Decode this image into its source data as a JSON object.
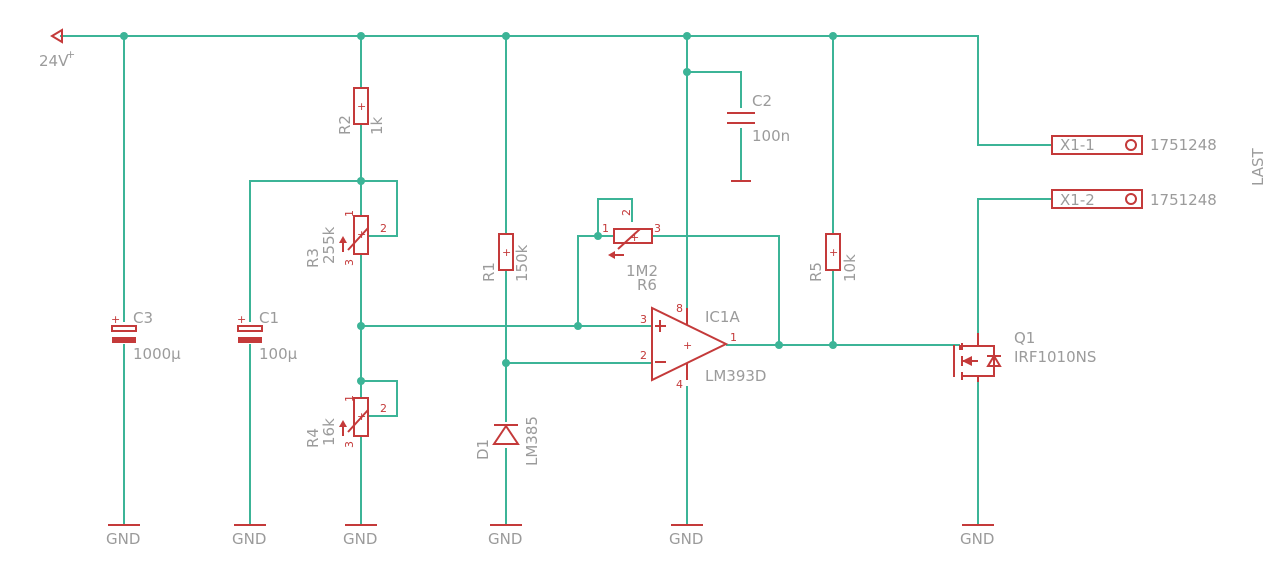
{
  "supply": {
    "label": "24V"
  },
  "ground": {
    "label": "GND"
  },
  "components": {
    "c3": {
      "name": "C3",
      "value": "1000µ"
    },
    "c1": {
      "name": "C1",
      "value": "100µ"
    },
    "r2": {
      "name": "R2",
      "value": "1k"
    },
    "r3": {
      "name": "R3",
      "value": "255k",
      "pin1": "1",
      "pin2": "2",
      "pin3": "3"
    },
    "r4": {
      "name": "R4",
      "value": "16k",
      "pin1": "1",
      "pin2": "2",
      "pin3": "3"
    },
    "r1": {
      "name": "R1",
      "value": "150k"
    },
    "d1": {
      "name": "D1",
      "value": "LM385"
    },
    "r6": {
      "name": "R6",
      "value": "1M2",
      "pin1": "1",
      "pin2": "2",
      "pin3": "3"
    },
    "c2": {
      "name": "C2",
      "value": "100n"
    },
    "ic1a": {
      "name": "IC1A",
      "value": "LM393D",
      "pin_plus": "3",
      "pin_minus": "2",
      "pin_out": "1",
      "pin_vcc": "8",
      "pin_gnd": "4"
    },
    "r5": {
      "name": "R5",
      "value": "10k"
    },
    "q1": {
      "name": "Q1",
      "value": "IRF1010NS"
    },
    "x1_1": {
      "name": "X1-1",
      "value": "1751248"
    },
    "x1_2": {
      "name": "X1-2",
      "value": "1751248"
    },
    "load": {
      "label": "LAST"
    }
  },
  "colors": {
    "wire": "#3cb497",
    "symbol": "#c43a3a",
    "label": "#9b9b9b"
  }
}
